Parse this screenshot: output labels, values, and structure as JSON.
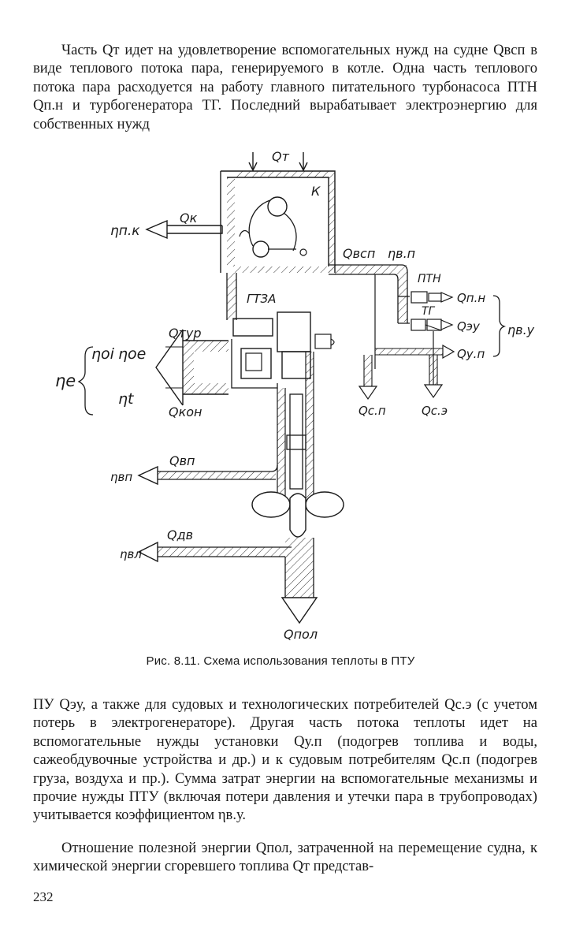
{
  "paragraphs": {
    "p1": "Часть Qт идет на удовлетворение вспомогательных нужд на судне Qвсп в виде теплового потока пара, генерируемого в котле. Одна часть теплового потока пара расходуется на работу главного питательного турбонасоса ПТН Qп.н и турбогенератора ТГ. Последний вырабатывает электроэнергию для собственных нужд",
    "p2": "ПУ Qэу, а также для судовых и технологических потребителей Qс.э (с учетом потерь в электрогенераторе). Другая часть потока теплоты идет на вспомогательные нужды установки Qу.п (подогрев топлива и воды, сажеобдувочные устройства и др.) и к судовым потребителям Qс.п (подогрев груза, воздуха и пр.). Сумма затрат энергии на вспомогательные механизмы и прочие нужды ПТУ (включая потери давления и утечки пара в трубопроводах) учитывается коэффициентом ηв.у.",
    "p3": "Отношение полезной энергии Qпол, затраченной на перемещение судна, к химической энергии сгоревшего топлива Qт представ-"
  },
  "caption": "Рис. 8.11. Схема использования теплоты в ПТУ",
  "page_number": "232",
  "figure_labels": {
    "qt": "Qт",
    "k": "К",
    "qk": "Qк",
    "eta_pk": "ηп.к",
    "qvsp": "Qвсп",
    "eta_vp": "ηв.п",
    "ptn": "ПТН",
    "tg": "ТГ",
    "qpn": "Qп.н",
    "qeu": "Qэу",
    "qup": "Qу.п",
    "eta_vu": "ηв.у",
    "gtza": "ГТЗА",
    "qtur": "Qтур",
    "eta_oi": "ηoi",
    "eta_oe": "ηoe",
    "eta_e": "ηe",
    "eta_t": "ηt",
    "qkon": "Qкон",
    "qsp": "Qс.п",
    "qse": "Qс.э",
    "qvp": "Qвп",
    "eta_vp2": "ηвп",
    "qdv": "Qдв",
    "eta_vl": "ηвл",
    "qpol": "Qпол"
  }
}
